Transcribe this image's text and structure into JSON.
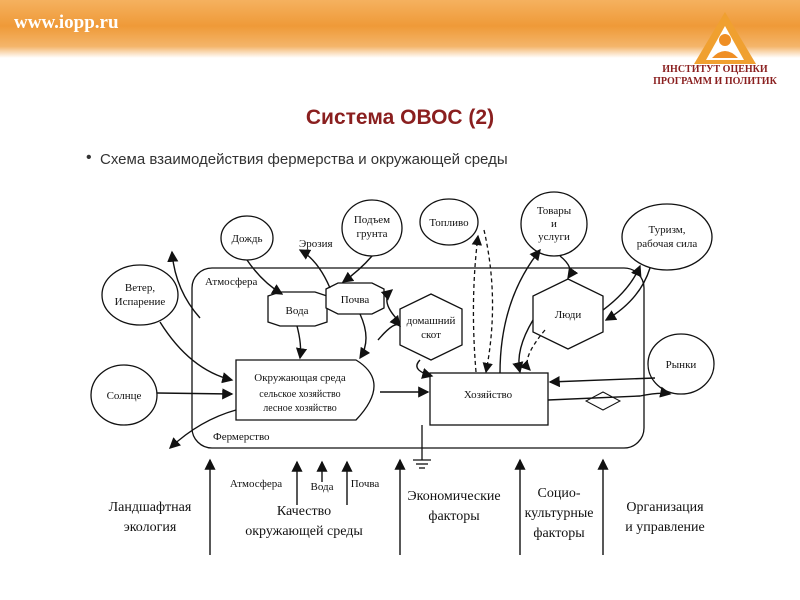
{
  "header": {
    "site_url": "www.iopp.ru",
    "logo_line1": "ИНСТИТУТ ОЦЕНКИ",
    "logo_line2": "ПРОГРАММ И ПОЛИТИК"
  },
  "slide": {
    "title": "Система ОВОС (2)",
    "bullet": "Схема взаимодействия фермерства и окружающей среды"
  },
  "diagram": {
    "circles": {
      "rain": "Дождь",
      "uplift_1": "Подъем",
      "uplift_2": "грунта",
      "fuel": "Топливо",
      "goods_1": "Товары",
      "goods_2": "и",
      "goods_3": "услуги",
      "tourism_1": "Туризм,",
      "tourism_2": "рабочая сила",
      "wind_1": "Ветер,",
      "wind_2": "Испарение",
      "sun": "Солнце",
      "markets": "Рынки"
    },
    "labels": {
      "erosion": "Эрозия",
      "atmosphere": "Атмосфера",
      "farming": "Фермерство"
    },
    "nodes": {
      "water": "Вода",
      "soil": "Почва",
      "livestock_1": "домашний",
      "livestock_2": "скот",
      "people": "Люди",
      "env_1": "Окружающая среда",
      "env_2": "сельское хозяйство",
      "env_3": "лесное хозяйство",
      "economy": "Хозяйство"
    },
    "bottom": {
      "landscape_1": "Ландшафтная",
      "landscape_2": "экология",
      "atm": "Атмосфера",
      "water": "Вода",
      "soil": "Почва",
      "quality_1": "Качество",
      "quality_2": "окружающей среды",
      "econ_1": "Экономические",
      "econ_2": "факторы",
      "socio_1": "Социо-",
      "socio_2": "культурные",
      "socio_3": "факторы",
      "org_1": "Организация",
      "org_2": "и управление"
    }
  }
}
